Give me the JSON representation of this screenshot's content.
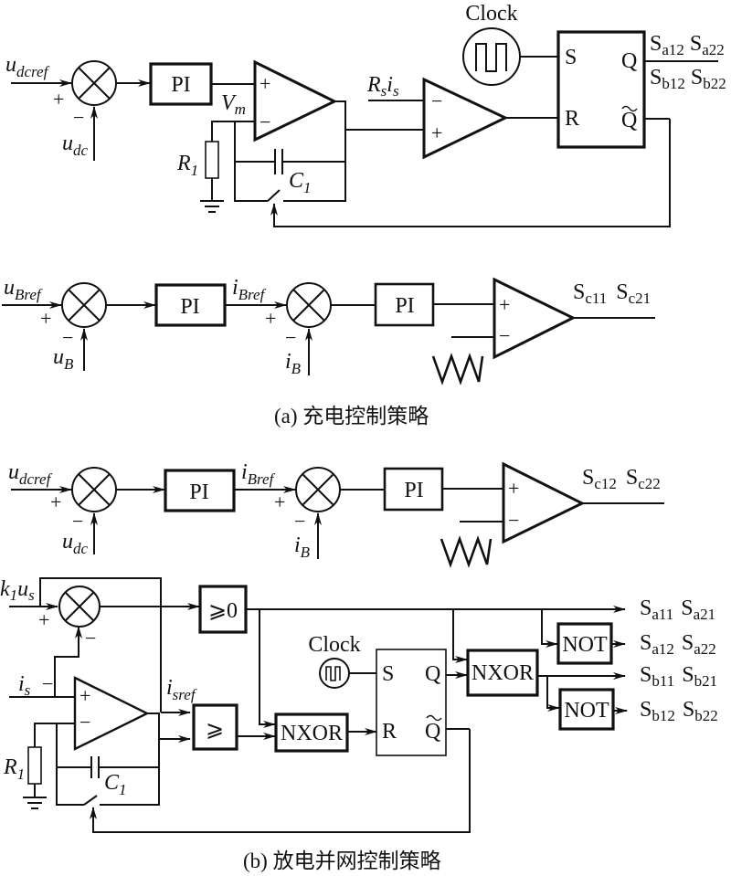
{
  "figure": {
    "part_a": {
      "caption": "(a) 充电控制策略",
      "voltage_loop": {
        "ref_input": {
          "base": "u",
          "sub": "dcref"
        },
        "feedback_input": {
          "base": "u",
          "sub": "dc"
        },
        "plus_sign": "+",
        "minus_sign": "−",
        "pi_label": "PI",
        "vm_label": {
          "base": "V",
          "sub": "m"
        },
        "integrator_resistor": {
          "base": "R",
          "sub": "1"
        },
        "integrator_capacitor": {
          "base": "C",
          "sub": "1"
        },
        "opamp_plus": "+",
        "opamp_minus": "−",
        "sense_input": {
          "base": "R",
          "sub": "s",
          "base2": "i",
          "sub2": "s"
        },
        "comparator_minus": "−",
        "comparator_plus": "+",
        "clock_label": "Clock",
        "flipflop": {
          "s": "S",
          "r": "R",
          "q": "Q",
          "qbar": "Q"
        },
        "outputs_top": [
          {
            "base": "S",
            "sub": "a12"
          },
          {
            "base": "S",
            "sub": "a22"
          }
        ],
        "outputs_bottom": [
          {
            "base": "S",
            "sub": "b12"
          },
          {
            "base": "S",
            "sub": "b22"
          }
        ]
      },
      "battery_loop": {
        "ref_input": {
          "base": "u",
          "sub": "Bref"
        },
        "feedback_input": {
          "base": "u",
          "sub": "B"
        },
        "plus_sign": "+",
        "minus_sign": "−",
        "pi1_label": "PI",
        "current_ref": {
          "base": "i",
          "sub": "Bref"
        },
        "current_feedback": {
          "base": "i",
          "sub": "B"
        },
        "pi2_label": "PI",
        "comparator_plus": "+",
        "comparator_minus": "−",
        "outputs": [
          {
            "base": "S",
            "sub": "c11"
          },
          {
            "base": "S",
            "sub": "c21"
          }
        ]
      }
    },
    "part_b": {
      "caption": "(b) 放电并网控制策略",
      "dc_loop": {
        "ref_input": {
          "base": "u",
          "sub": "dcref"
        },
        "feedback_input": {
          "base": "u",
          "sub": "dc"
        },
        "plus_sign": "+",
        "minus_sign": "−",
        "pi1_label": "PI",
        "current_ref": {
          "base": "i",
          "sub": "Bref"
        },
        "current_feedback": {
          "base": "i",
          "sub": "B"
        },
        "pi2_label": "PI",
        "comparator_plus": "+",
        "comparator_minus": "−",
        "outputs": [
          {
            "base": "S",
            "sub": "c12"
          },
          {
            "base": "S",
            "sub": "c22"
          }
        ]
      },
      "grid_loop": {
        "k_input": {
          "base": "k",
          "sub": "1",
          "base2": "u",
          "sub2": "s"
        },
        "is_input": {
          "base": "i",
          "sub": "s"
        },
        "plus_sign": "+",
        "minus_sign": "−",
        "opamp_plus": "+",
        "opamp_minus": "−",
        "is_minus": "−",
        "isref_label": {
          "base": "i",
          "sub": "sref"
        },
        "zero_comparator": "⩾0",
        "comparator": "⩾",
        "nxor1": "NXOR",
        "nxor2": "NXOR",
        "not1": "NOT",
        "not2": "NOT",
        "clock_label": "Clock",
        "flipflop": {
          "s": "S",
          "r": "R",
          "q": "Q",
          "qbar": "Q"
        },
        "integrator_resistor": {
          "base": "R",
          "sub": "1"
        },
        "integrator_capacitor": {
          "base": "C",
          "sub": "1"
        },
        "outputs": [
          [
            {
              "base": "S",
              "sub": "a11"
            },
            {
              "base": "S",
              "sub": "a21"
            }
          ],
          [
            {
              "base": "S",
              "sub": "a12"
            },
            {
              "base": "S",
              "sub": "a22"
            }
          ],
          [
            {
              "base": "S",
              "sub": "b11"
            },
            {
              "base": "S",
              "sub": "b21"
            }
          ],
          [
            {
              "base": "S",
              "sub": "b12"
            },
            {
              "base": "S",
              "sub": "b22"
            }
          ]
        ]
      }
    }
  }
}
